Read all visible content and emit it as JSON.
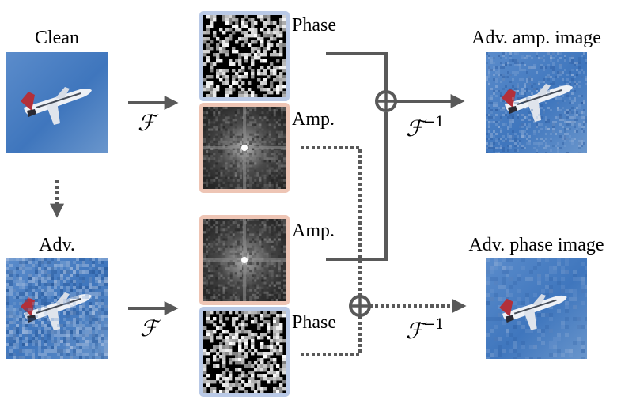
{
  "labels": {
    "clean": "Clean",
    "adv": "Adv.",
    "phase_top": "Phase",
    "amp_top": "Amp.",
    "amp_bottom": "Amp.",
    "phase_bottom": "Phase",
    "adv_amp_image": "Adv. amp. image",
    "adv_phase_image": "Adv. phase image"
  },
  "operators": {
    "fourier": "ℱ",
    "inverse_fourier_base": "ℱ",
    "inverse_fourier_exp": "−1"
  },
  "colors": {
    "phase_border": "#b9c9e6",
    "amp_border": "#eec5b5",
    "arrow": "#595959",
    "sky_top": "#3f74b8",
    "sky_bottom": "#5d8cc6"
  }
}
